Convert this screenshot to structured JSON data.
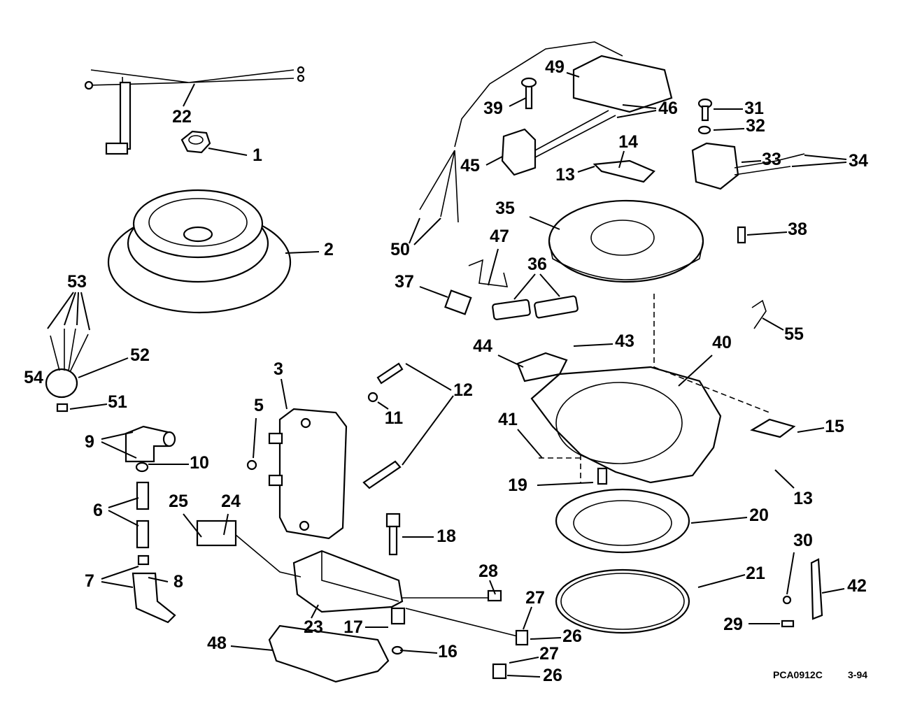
{
  "diagram": {
    "type": "exploded parts diagram",
    "callouts": [
      "22",
      "1",
      "2",
      "53",
      "54",
      "52",
      "51",
      "9",
      "10",
      "6",
      "7",
      "8",
      "3",
      "5",
      "25",
      "24",
      "23",
      "48",
      "17",
      "16",
      "18",
      "11",
      "12",
      "28",
      "27",
      "26",
      "27",
      "26",
      "21",
      "20",
      "19",
      "13",
      "41",
      "15",
      "40",
      "44",
      "43",
      "55",
      "37",
      "47",
      "36",
      "35",
      "38",
      "50",
      "45",
      "13",
      "14",
      "39",
      "49",
      "46",
      "31",
      "32",
      "33",
      "34",
      "30",
      "42",
      "29"
    ],
    "drawing_code": "PCA0912C",
    "date_code": "3-94"
  }
}
